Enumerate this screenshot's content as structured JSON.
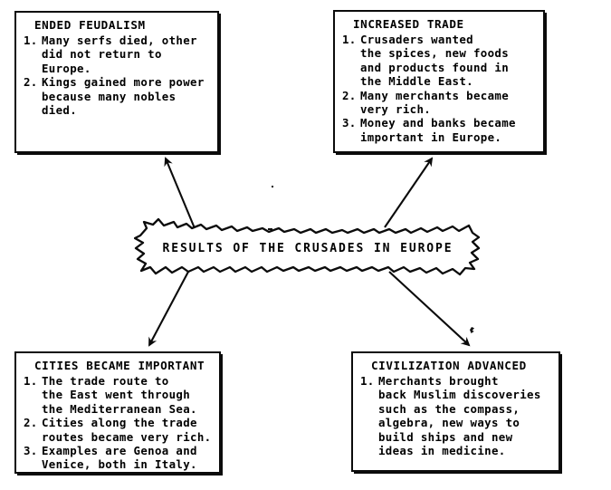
{
  "diagram": {
    "title": "RESULTS OF THE CRUSADES IN EUROPE",
    "center": {
      "label": "RESULTS OF THE CRUSADES IN EUROPE",
      "shape": "starburst"
    },
    "boxes": [
      {
        "id": "ended-feudalism",
        "heading": "ENDED FEUDALISM",
        "position": "top-left",
        "items": [
          {
            "num": "1.",
            "text": "Many serfs died, other\ndid not return to Europe."
          },
          {
            "num": "2.",
            "text": "Kings gained more power\nbecause many nobles died."
          }
        ]
      },
      {
        "id": "increased-trade",
        "heading": "INCREASED TRADE",
        "position": "top-right",
        "items": [
          {
            "num": "1.",
            "text": "Crusaders wanted\nthe spices, new foods\nand products found in\nthe Middle East."
          },
          {
            "num": "2.",
            "text": "Many merchants became\nvery rich."
          },
          {
            "num": "3.",
            "text": "Money and banks became\nimportant in Europe.",
            "bold_words": [
              "banks"
            ]
          }
        ]
      },
      {
        "id": "cities-important",
        "heading": "CITIES BECAME IMPORTANT",
        "position": "bottom-left",
        "items": [
          {
            "num": "1.",
            "text": "The trade route to\nthe East went through\nthe Mediterranean Sea."
          },
          {
            "num": "2.",
            "text": "Cities along the trade\nroutes became very rich."
          },
          {
            "num": "3.",
            "text": "Examples are Genoa and\nVenice, both in Italy."
          }
        ]
      },
      {
        "id": "civilization-advanced",
        "heading": "CIVILIZATION ADVANCED",
        "position": "bottom-right",
        "items": [
          {
            "num": "1.",
            "text": "Merchants brought\nback Muslim discoveries\nsuch as the compass,\nalgebra, new ways to\nbuild ships and new\nideas in medicine.",
            "bold_words": [
              "Merchants"
            ]
          }
        ]
      }
    ],
    "arrows": [
      {
        "from": "center",
        "to": "ended-feudalism",
        "direction": "up-left"
      },
      {
        "from": "center",
        "to": "increased-trade",
        "direction": "up-right"
      },
      {
        "from": "center",
        "to": "cities-important",
        "direction": "down-left"
      },
      {
        "from": "center",
        "to": "civilization-advanced",
        "direction": "down-right"
      }
    ],
    "colors": {
      "ink": "#0b0b0b",
      "paper": "#ffffff"
    }
  }
}
